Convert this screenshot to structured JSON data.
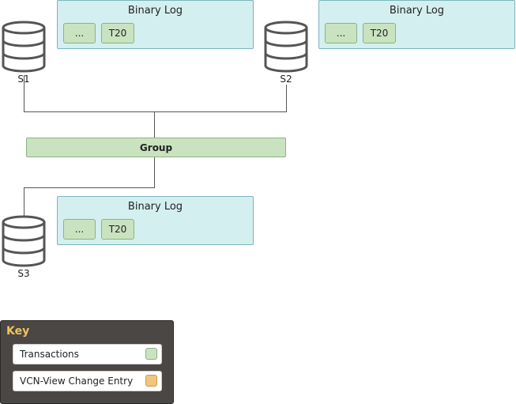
{
  "servers": [
    {
      "label": "S1",
      "log_title": "Binary Log",
      "transactions": [
        "...",
        "T20"
      ]
    },
    {
      "label": "S2",
      "log_title": "Binary Log",
      "transactions": [
        "...",
        "T20"
      ]
    },
    {
      "label": "S3",
      "log_title": "Binary Log",
      "transactions": [
        "...",
        "T20"
      ]
    }
  ],
  "group": {
    "label": "Group"
  },
  "key": {
    "title": "Key",
    "items": [
      {
        "label": "Transactions",
        "color": "#c9e3c0"
      },
      {
        "label": "VCN-View Change Entry",
        "color": "#f2c57f"
      }
    ]
  },
  "colors": {
    "log_fill": "#d4eff0",
    "log_border": "#79b5bd",
    "transaction_fill": "#c9e3c0",
    "key_title": "#f4c35c",
    "key_background": "#4a4744"
  }
}
